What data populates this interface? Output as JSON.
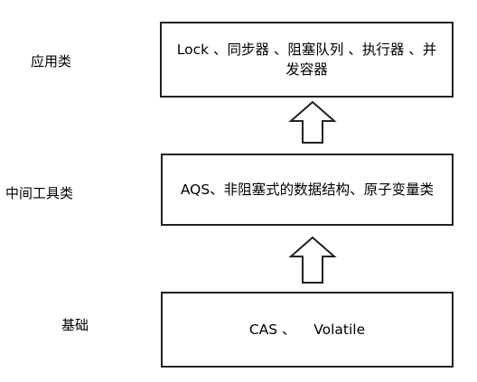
{
  "labels": {
    "application": "应用类",
    "middle_tools": "中间工具类",
    "foundation": "基础"
  },
  "boxes": {
    "application_text": "Lock 、同步器 、阻塞队列 、执行器 、并发容器",
    "middle_text": "AQS、非阻塞式的数据结构、原子变量类",
    "foundation_text": "CAS 、    Volatile"
  },
  "colors": {
    "border": "#222222",
    "text": "#000000",
    "background": "#ffffff"
  },
  "icons": {
    "arrows": "up-arrow-outline"
  }
}
